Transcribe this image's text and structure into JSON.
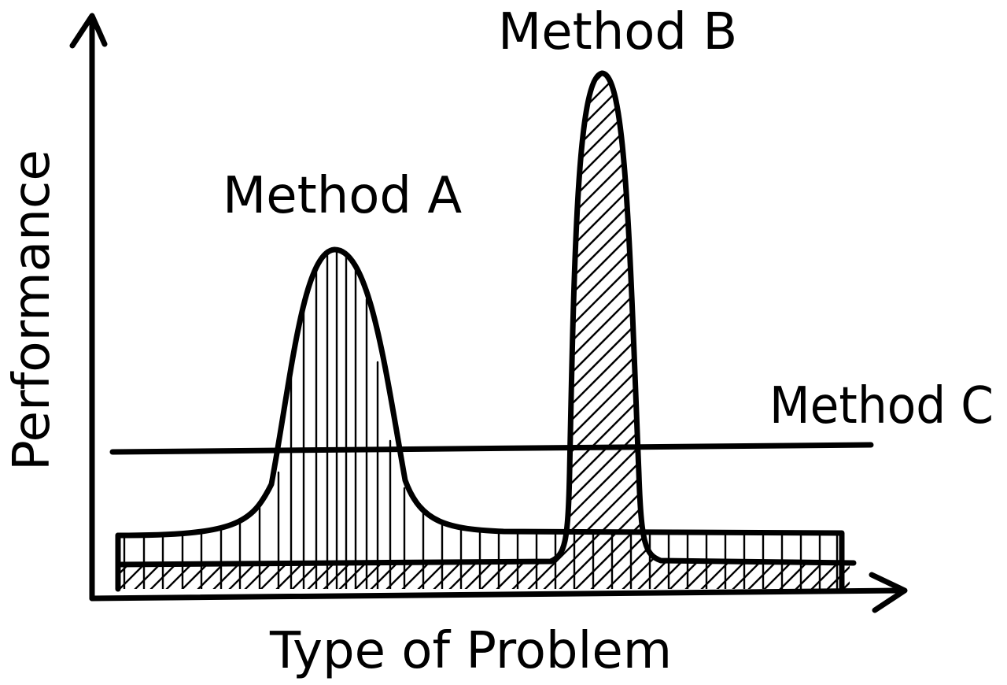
{
  "axes": {
    "x_label": "Type of Problem",
    "y_label": "Performance"
  },
  "curves": {
    "method_a": {
      "label": "Method A"
    },
    "method_b": {
      "label": "Method B"
    },
    "method_c": {
      "label": "Method C"
    }
  }
}
